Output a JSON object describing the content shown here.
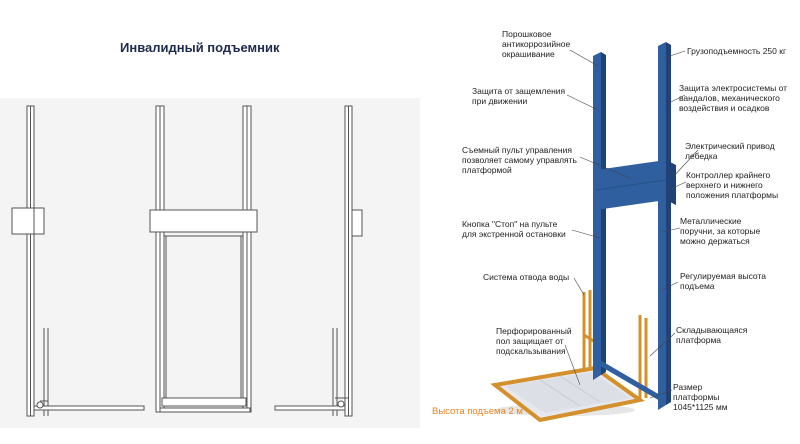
{
  "title": "Инвалидный подъемник",
  "labels": {
    "coating": "Порошковое\nантикоррозийное\nокрашивание",
    "capacity": "Грузоподъемность 250 кг",
    "pinch": "Защита от защемления\nпри движении",
    "electro_protection": "Защита электросистемы от\nвандалов, механического\nвоздействия и осадков",
    "remote": "Съемный пульт управления\nпозволяет самому управлять\nплатформой",
    "drive": "Электрический привод\nлебедка",
    "controller": "Контроллер крайнего\nверхнего и нижнего\nположения платформы",
    "stop": "Кнопка \"Стоп\" на пульте\nдля экстренной остановки",
    "handrails": "Металлические\nпоручни, за которые\nможно держаться",
    "drainage": "Система отвода воды",
    "adjustable_height": "Регулируемая высота\nподъема",
    "floor": "Перфорированный\nпол защищает от\nподскальзывания",
    "folding": "Складывающаяся\nплатформа",
    "size": "Размер\nплатформы\n1045*1125 мм",
    "lift_height": "Высота подъема 2 м"
  },
  "colors": {
    "steel": "#2f5f9f",
    "steel_dark": "#1f4278",
    "rail": "#d4902b",
    "title": "#1f2a4d",
    "height_text": "#e8831d"
  }
}
